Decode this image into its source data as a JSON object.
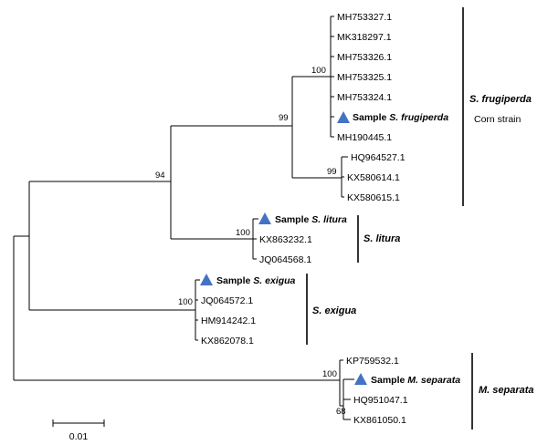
{
  "tree": {
    "bootstrap": {
      "frugi_strain": "100",
      "frugi_root": "99",
      "frugi_other": "99",
      "frugi_litura": "94",
      "litura": "100",
      "exigua": "100",
      "separata_root": "100",
      "separata_inner": "68"
    },
    "clades": {
      "frugiperda": {
        "label": "S. frugiperda",
        "sublabel": "Corn strain"
      },
      "litura": {
        "label": "S. litura"
      },
      "exigua": {
        "label": "S. exigua"
      },
      "separata": {
        "label": "M. separata"
      }
    },
    "leaves": {
      "f1": "MH753327.1",
      "f2": "MK318297.1",
      "f3": "MH753326.1",
      "f4": "MH753325.1",
      "f5": "MH753324.1",
      "f_sample_prefix": "Sample ",
      "f_sample_species": "S. frugiperda",
      "f7": "MH190445.1",
      "f8": "HQ964527.1",
      "f9": "KX580614.1",
      "f10": "KX580615.1",
      "l_sample_prefix": "Sample ",
      "l_sample_species": "S. litura",
      "l2": "KX863232.1",
      "l3": "JQ064568.1",
      "e_sample_prefix": "Sample ",
      "e_sample_species": "S. exigua",
      "e2": "JQ064572.1",
      "e3": "HM914242.1",
      "e4": "KX862078.1",
      "m1": "KP759532.1",
      "m_sample_prefix": "Sample ",
      "m_sample_species": "M. separata",
      "m3": "HQ951047.1",
      "m4": "KX861050.1"
    },
    "sample_marker_color": "#4472c4",
    "scale_bar": {
      "label": "0.01"
    }
  }
}
